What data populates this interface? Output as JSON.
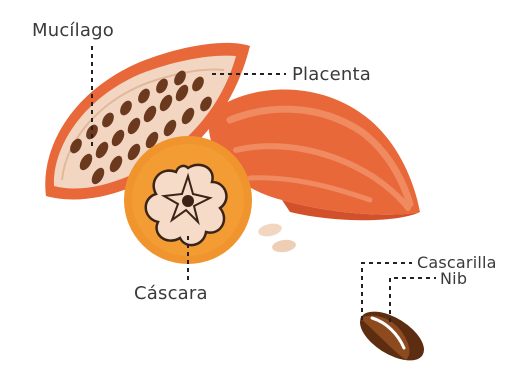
{
  "labels": {
    "mucilago": "Mucílago",
    "placenta": "Placenta",
    "cascara": "Cáscara",
    "cascarilla": "Cascarilla",
    "nib": "Nib"
  },
  "colors": {
    "pod_orange": "#e8683a",
    "pod_dark": "#d2502a",
    "pod_highlight": "#f08a60",
    "pulp": "#f2d6c2",
    "seed": "#6b3a1e",
    "slice_orange": "#f0952e",
    "slice_rim": "#e07a1c",
    "slice_flesh": "#f6dcc8",
    "slice_center": "#3b2417",
    "bean_dark": "#5c2d10",
    "bean_light": "#8c4a1e",
    "leader_line": "#222222",
    "label_text": "#3a3a3a"
  }
}
